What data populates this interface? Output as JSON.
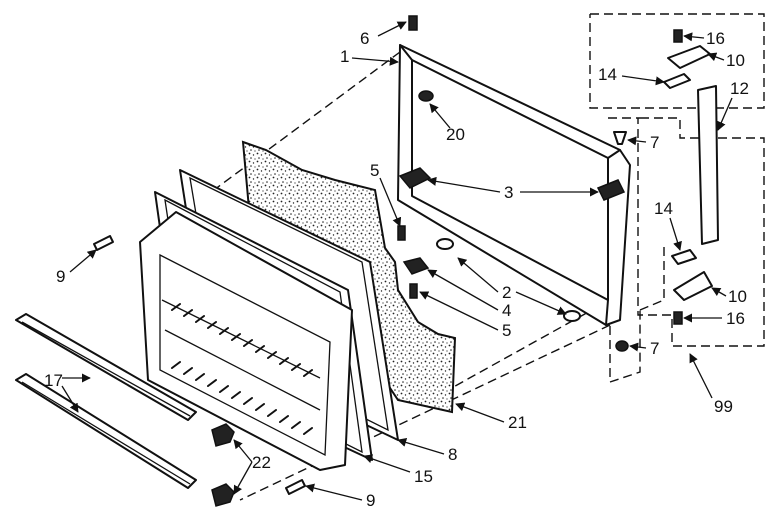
{
  "callouts": {
    "c1": "1",
    "c6": "6",
    "c20": "20",
    "c3": "3",
    "c5a": "5",
    "c2": "2",
    "c4": "4",
    "c5b": "5",
    "c7a": "7",
    "c7b": "7",
    "c9a": "9",
    "c9b": "9",
    "c17": "17",
    "c22": "22",
    "c15": "15",
    "c8": "8",
    "c21": "21",
    "c16a": "16",
    "c10a": "10",
    "c14a": "14",
    "c12": "12",
    "c14b": "14",
    "c10b": "10",
    "c16b": "16",
    "c99": "99"
  }
}
